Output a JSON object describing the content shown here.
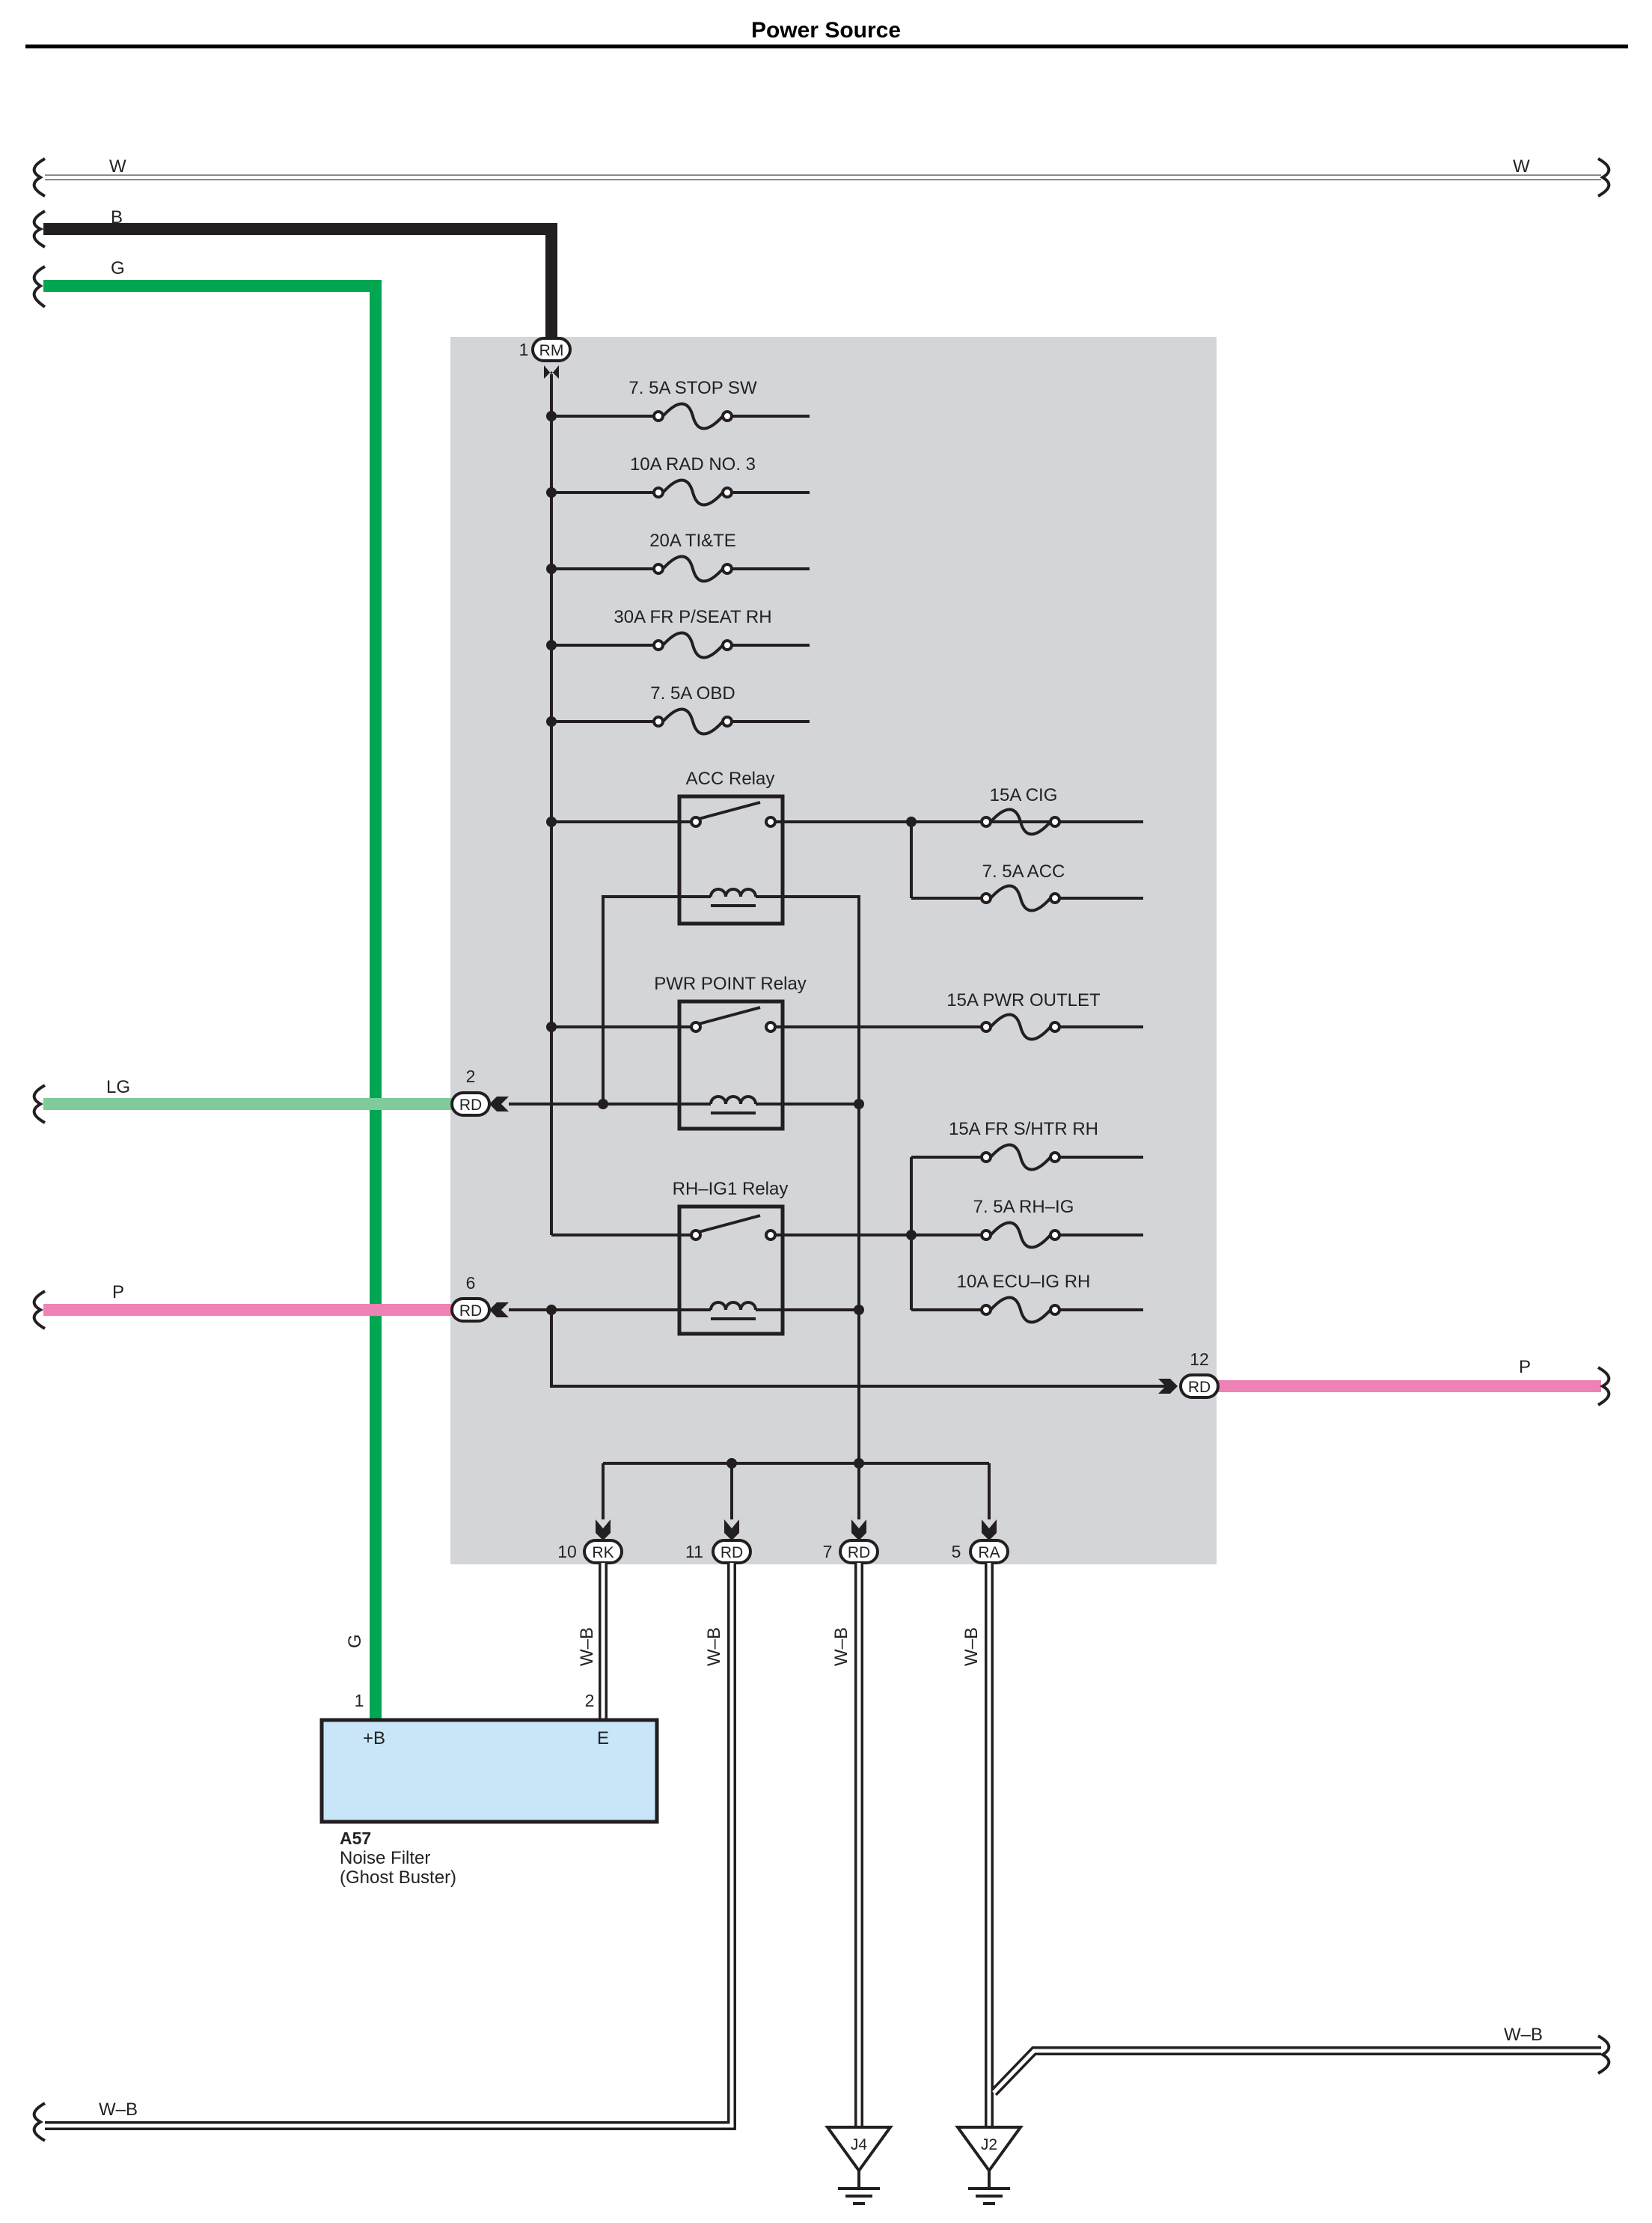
{
  "title": "Power Source",
  "colors": {
    "background": "#ffffff",
    "junction_box": "#d3d5d8",
    "black": "#231f20",
    "green": "#00a651",
    "light_green": "#7fcc9a",
    "pink": "#ee82b4",
    "white_wire_edge": "#8a8a8a",
    "noise_filter_fill": "#c8e6f8"
  },
  "wires": {
    "w_left": "W",
    "w_right": "W",
    "b": "B",
    "g": "G",
    "lg": "LG",
    "p_left": "P",
    "p_right": "P",
    "g_vertical": "G",
    "wb_rk": "W–B",
    "wb_rd11": "W–B",
    "wb_rd7": "W–B",
    "wb_ra": "W–B",
    "wb_bottom_left": "W–B",
    "wb_bottom_right": "W–B"
  },
  "connectors": {
    "rm": {
      "pin": "1",
      "code": "RM"
    },
    "rd2": {
      "pin": "2",
      "code": "RD"
    },
    "rd6": {
      "pin": "6",
      "code": "RD"
    },
    "rd12": {
      "pin": "12",
      "code": "RD"
    },
    "rk10": {
      "pin": "10",
      "code": "RK"
    },
    "rd11": {
      "pin": "11",
      "code": "RD"
    },
    "rd7": {
      "pin": "7",
      "code": "RD"
    },
    "ra5": {
      "pin": "5",
      "code": "RA"
    }
  },
  "fuses": {
    "stop_sw": "7. 5A STOP SW",
    "rad_no3": "10A RAD NO. 3",
    "ti_te": "20A TI&TE",
    "fr_pseat_rh": "30A FR P/SEAT RH",
    "obd": "7. 5A OBD",
    "cig": "15A CIG",
    "acc": "7. 5A ACC",
    "pwr_outlet": "15A PWR OUTLET",
    "fr_shtr_rh": "15A FR S/HTR RH",
    "rh_ig": "7. 5A RH–IG",
    "ecu_ig_rh": "10A ECU–IG RH"
  },
  "relays": {
    "acc": "ACC Relay",
    "pwr_point": "PWR POINT Relay",
    "rh_ig1": "RH–IG1 Relay"
  },
  "noise_filter": {
    "id": "A57",
    "name": "Noise Filter",
    "subname": "(Ghost Buster)",
    "pin1": "1",
    "pin2": "2",
    "term_b": "+B",
    "term_e": "E"
  },
  "grounds": {
    "j4": "J4",
    "j2": "J2"
  }
}
